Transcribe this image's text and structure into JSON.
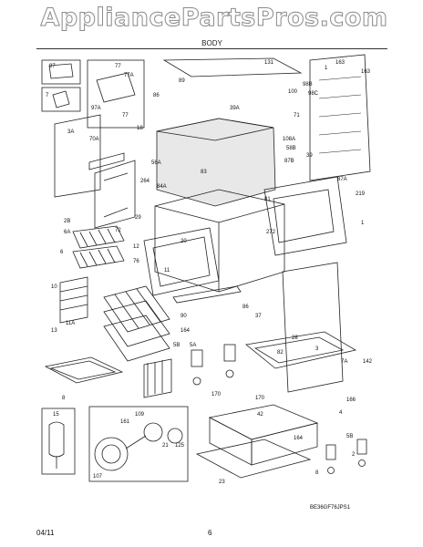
{
  "watermark": "AppliancePartsPros.com",
  "header": {
    "title": "BODY"
  },
  "footer": {
    "date": "04/11",
    "page": "6"
  },
  "diagram_code": "BE36GF76JPS1",
  "callouts": {
    "c97": "97",
    "c7": "7",
    "c77a_top": "77",
    "c77a": "77A",
    "c97a": "97A",
    "c77b": "77",
    "c18": "18",
    "c89": "89",
    "c86": "86",
    "c131": "131",
    "c163a": "163",
    "c1": "1",
    "c163b": "163",
    "c100": "100",
    "c98b": "98B",
    "c98c": "98C",
    "c71": "71",
    "c39a": "39A",
    "c3a": "3A",
    "c70a": "70A",
    "c56a": "56A",
    "c83": "83",
    "c108a": "108A",
    "c58b": "58B",
    "c87b": "87B",
    "c39": "39",
    "c87a": "87A",
    "c219": "219",
    "c264": "264",
    "c84a": "84A",
    "c81": "81",
    "c2b": "2B",
    "c72": "72",
    "c29": "29",
    "c6a": "6A",
    "c6": "6",
    "c12": "12",
    "c76": "76",
    "c11": "11",
    "c20": "20",
    "c1b": "1",
    "c272": "272",
    "c10": "10",
    "c13": "13",
    "c11a": "11A",
    "c90": "90",
    "c86b": "86",
    "c37": "37",
    "c5a": "5A",
    "c5b": "5B",
    "c164": "164",
    "c28": "28",
    "c3": "3",
    "c7a": "7A",
    "c142": "142",
    "c82": "82",
    "c8": "8",
    "c170a": "170",
    "c170b": "170",
    "c15": "15",
    "c109": "109",
    "c161": "161",
    "c21": "21",
    "c125": "125",
    "c107": "107",
    "c42": "42",
    "c23": "23",
    "c164b": "164",
    "c5c": "5B",
    "c8b": "8",
    "c2": "2",
    "c166": "166",
    "c4": "4"
  }
}
